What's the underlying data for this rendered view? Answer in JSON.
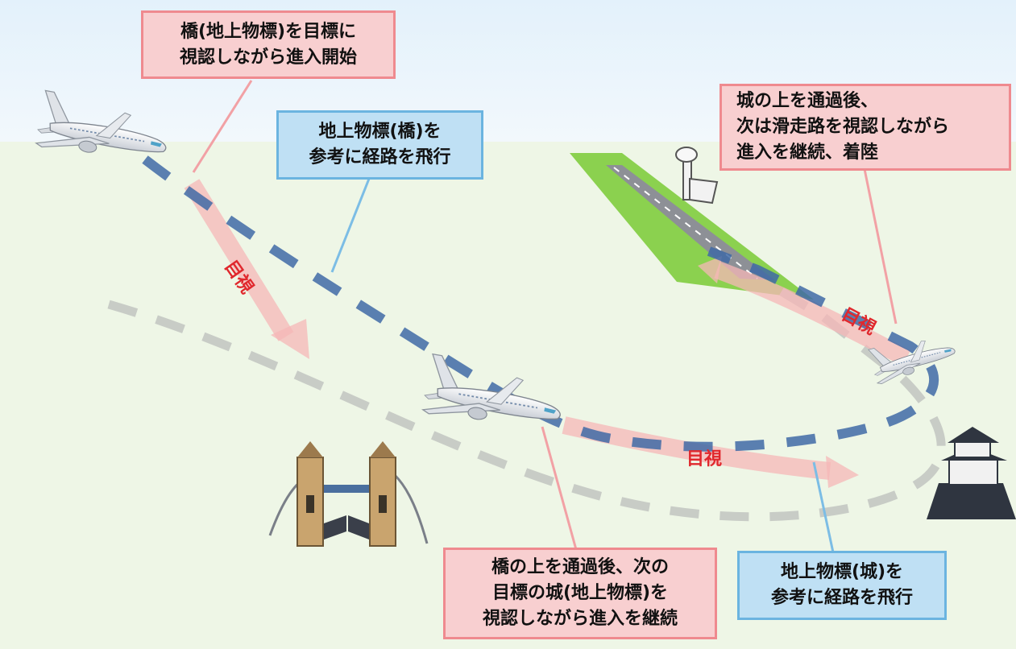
{
  "colors": {
    "sky": "#eaf4fb",
    "ground": "#eef6e6",
    "runway_grass": "#8bd14f",
    "route_blue": "#3f6aa6",
    "route_gray": "#c8ccc6",
    "visual_arrow": "#f5b7b7",
    "callout_pink_bg": "#f8cfd0",
    "callout_pink_border": "#ef8a8f",
    "callout_blue_bg": "#bfe0f4",
    "callout_blue_border": "#6bb4e0",
    "visual_text": "#e0282d"
  },
  "callouts": {
    "start": {
      "lines": [
        "橋(地上物標)を目標に",
        "視認しながら進入開始"
      ]
    },
    "fly_bridge": {
      "lines": [
        "地上物標(橋)を",
        "参考に経路を飛行"
      ]
    },
    "landing": {
      "lines": [
        "城の上を通過後、",
        "次は滑走路を視認しながら",
        "進入を継続、着陸"
      ]
    },
    "after_bridge": {
      "lines": [
        "橋の上を通過後、次の",
        "目標の城(地上物標)を",
        "視認しながら進入を継続"
      ]
    },
    "fly_castle": {
      "lines": [
        "地上物標(城)を",
        "参考に経路を飛行"
      ]
    }
  },
  "visual_labels": {
    "bridge_arrow": "目視",
    "castle_arrow": "目視",
    "runway_arrow": "目視"
  },
  "icons": [
    "airplane-icon",
    "bridge-icon",
    "castle-icon",
    "control-tower-icon",
    "runway-icon"
  ]
}
